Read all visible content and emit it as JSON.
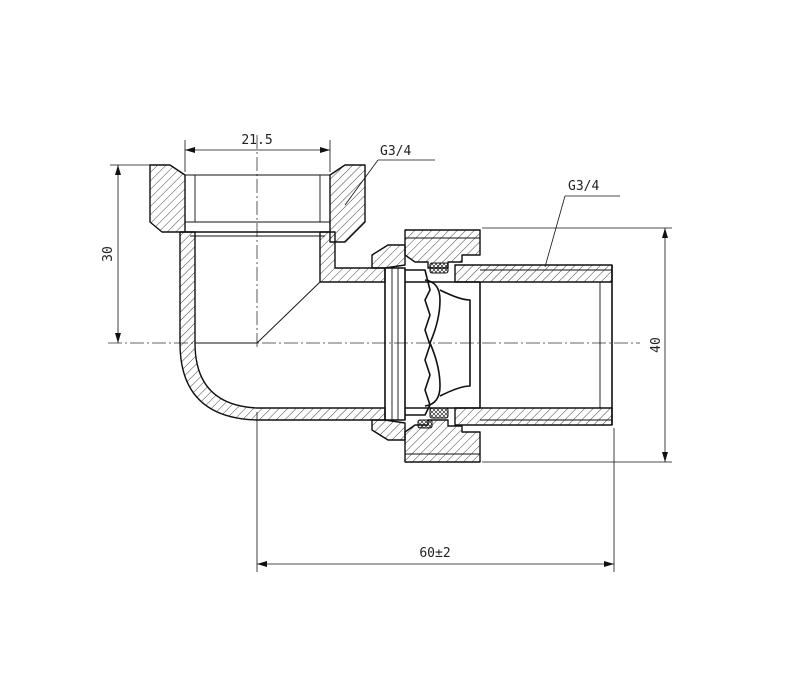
{
  "drawing": {
    "dimensions": {
      "top_width": "21.5",
      "thread_top": "G3/4",
      "thread_right": "G3/4",
      "height_left": "30",
      "height_right": "40",
      "length_bottom": "60±2"
    }
  }
}
